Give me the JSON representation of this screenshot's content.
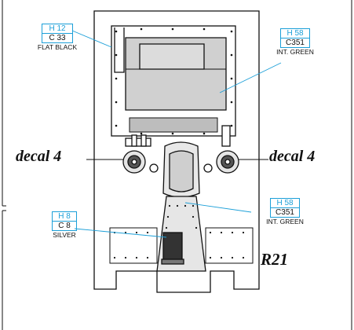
{
  "callouts": {
    "flat_black": {
      "hcode": "H 12",
      "ccode": "C 33",
      "name": "FLAT BLACK",
      "color": "#1b9fd8"
    },
    "int_green_top": {
      "hcode": "H 58",
      "ccode": "C351",
      "name": "INT. GREEN",
      "color": "#1b9fd8"
    },
    "int_green_mid": {
      "hcode": "H 58",
      "ccode": "C351",
      "name": "INT. GREEN",
      "color": "#1b9fd8"
    },
    "silver": {
      "hcode": "H 8",
      "ccode": "C 8",
      "name": "SILVER",
      "color": "#1b9fd8"
    }
  },
  "decals": {
    "left": "decal 4",
    "right": "decal 4"
  },
  "part_ref": "R21",
  "colors": {
    "line": "#111111",
    "leader": "#1b9fd8",
    "panel_fill": "#c8c8c8",
    "dark_part": "#333333",
    "hatch": "#777777"
  }
}
